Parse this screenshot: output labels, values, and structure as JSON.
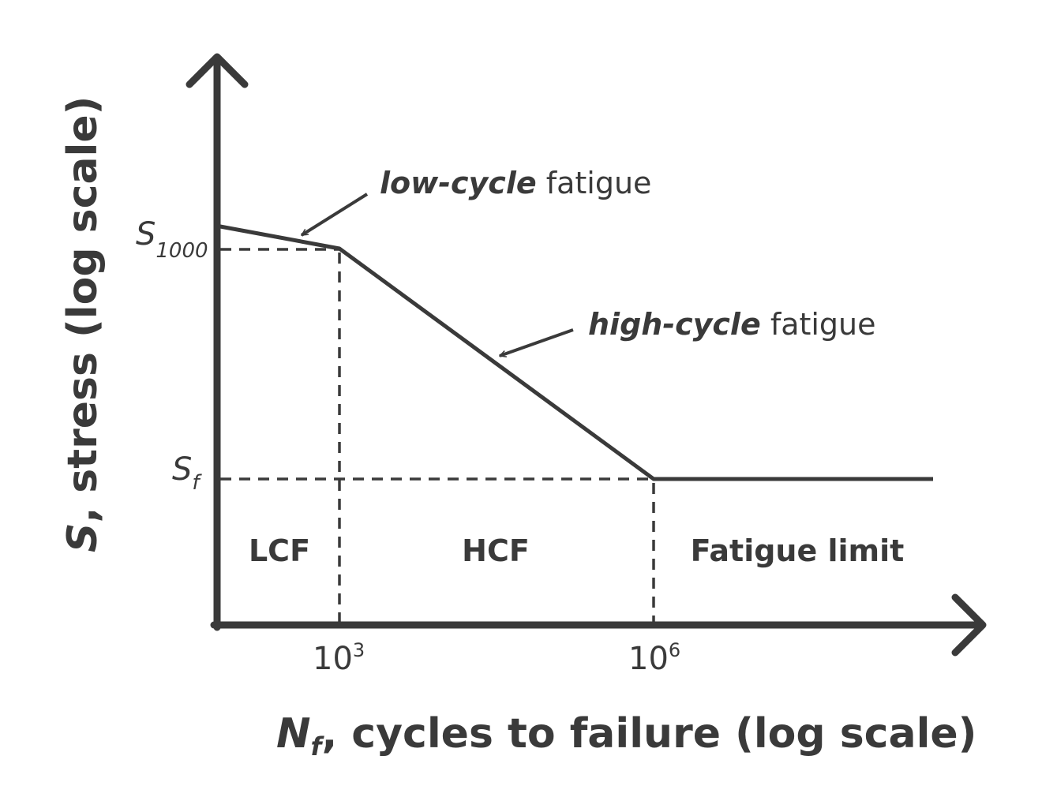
{
  "chart_data": {
    "type": "line",
    "x_scale": "log",
    "y_scale": "log",
    "axes": {
      "x_title_var": "N",
      "x_title_sub": "f",
      "x_title_rest": ", cycles to failure (log scale)",
      "y_title_var": "S",
      "y_title_rest": ", stress (log scale)"
    },
    "x_ticks": [
      {
        "base": "10",
        "exp": "3"
      },
      {
        "base": "10",
        "exp": "6"
      }
    ],
    "y_ticks": [
      {
        "base": "S",
        "sub": "1000"
      },
      {
        "base": "S",
        "sub": "f"
      }
    ],
    "regions": [
      "LCF",
      "HCF",
      "Fatigue limit"
    ],
    "annotations": [
      {
        "italic": "low-cycle",
        "rest": " fatigue"
      },
      {
        "italic": "high-cycle",
        "rest": " fatigue"
      }
    ]
  },
  "colors": {
    "ink": "#3a3a3a",
    "background": "#ffffff"
  }
}
